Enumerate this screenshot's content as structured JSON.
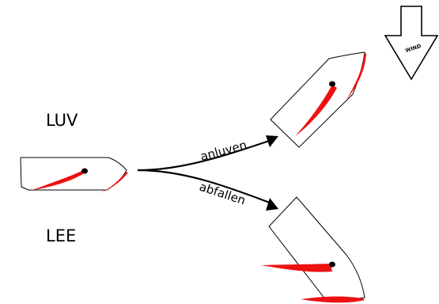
{
  "labels": {
    "windward": "LUV",
    "leeward": "LEE",
    "head_up": "anluven",
    "bear_away": "abfallen",
    "wind": "WIND"
  },
  "colors": {
    "sail": "#ee1111",
    "hull_fill": "#ffffff",
    "outline": "#000000",
    "background": "#ffffff"
  },
  "icons": {
    "wind_direction": "wind-arrow-down-icon"
  }
}
